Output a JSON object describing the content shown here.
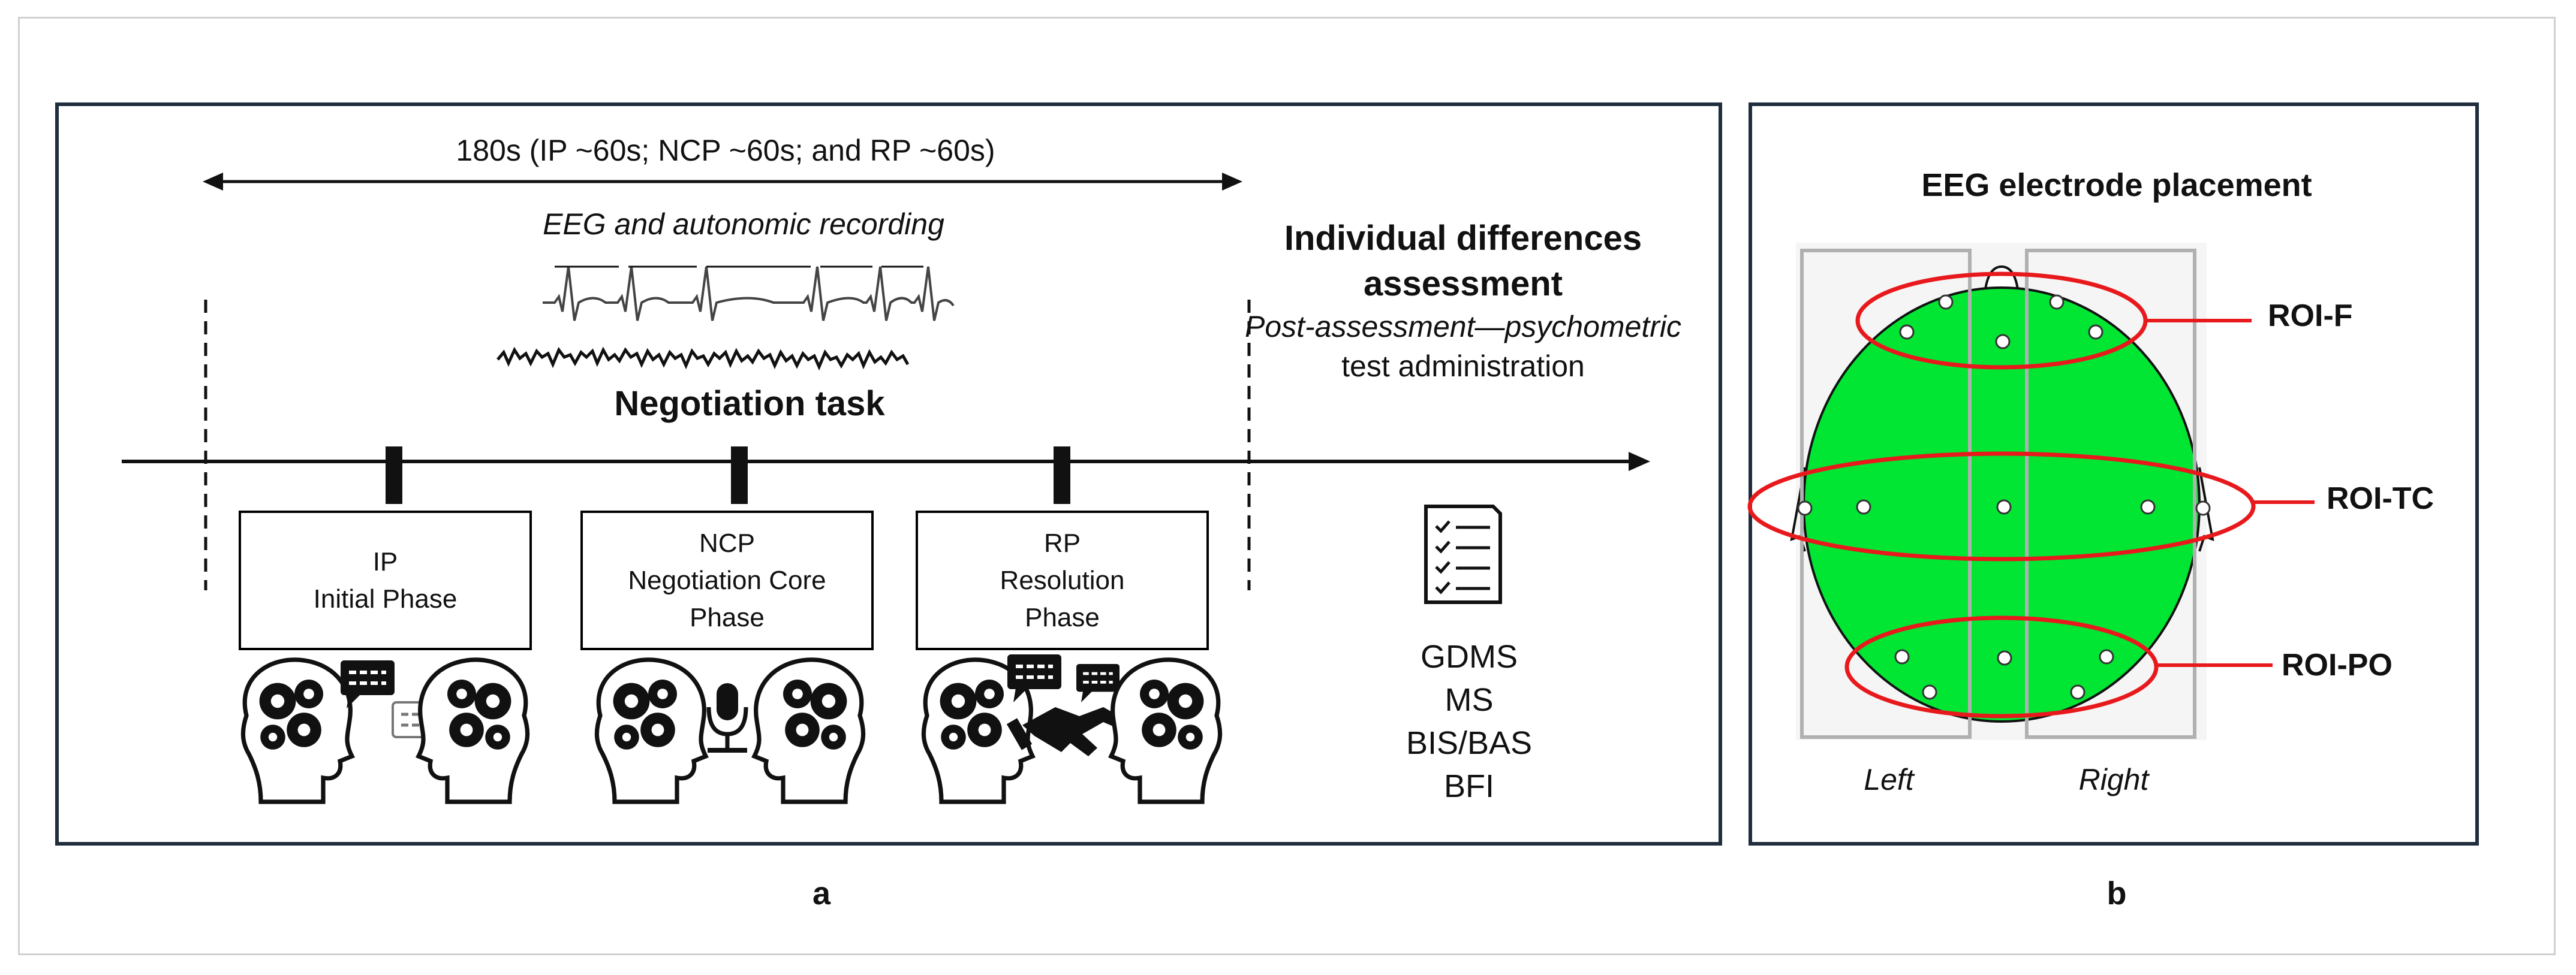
{
  "panel_a": {
    "timespan": "180s (IP ~60s; NCP ~60s; and RP ~60s)",
    "recording": "EEG and autonomic recording",
    "task_title": "Negotiation task",
    "assessment_title": "Individual differences assessment",
    "assessment_sub_italic": "Post-assessment—psychometric",
    "assessment_sub_rest": " test administration",
    "phases": [
      {
        "abbr": "IP",
        "name": "Initial Phase"
      },
      {
        "abbr": "NCP",
        "name": "Negotiation Core Phase"
      },
      {
        "abbr": "RP",
        "name": "Resolution Phase"
      }
    ],
    "tests": [
      "GDMS",
      "MS",
      "BIS/BAS",
      "BFI"
    ],
    "label": "a"
  },
  "panel_b": {
    "title": "EEG electrode placement",
    "rois": [
      "ROI-F",
      "ROI-TC",
      "ROI-PO"
    ],
    "left": "Left",
    "right": "Right",
    "label": "b"
  },
  "colors": {
    "frame": "#1f2d3d",
    "scalp": "#00e632",
    "roi": "#e8191c",
    "hemisphere_box": "#b0b0b0"
  },
  "icons": [
    "head-gears-icon",
    "speech-bubble-icon",
    "microphone-icon",
    "handshake-icon",
    "checklist-icon"
  ]
}
